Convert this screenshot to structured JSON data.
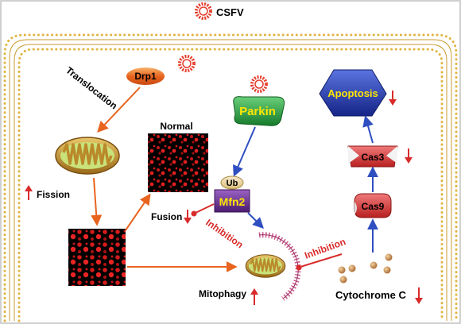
{
  "title": "CSFV",
  "nodes": {
    "drp1": "Drp1",
    "parkin": "Parkin",
    "ub": "Ub",
    "mfn2": "Mfn2",
    "apoptosis": "Apoptosis",
    "cas3": "Cas3",
    "cas9": "Cas9"
  },
  "labels": {
    "translocation": "Translocation",
    "normal": "Normal",
    "fission": "Fission",
    "fusion": "Fusion",
    "inhibition_left": "Inhibition",
    "inhibition_right": "Inhibition",
    "mitophagy": "Mitophagy",
    "cytochrome_c": "Cytochrome C"
  },
  "regulation": {
    "fission": "up",
    "fusion": "down",
    "mitophagy": "up",
    "cytochrome_c": "down",
    "cas3": "down",
    "apoptosis": "down"
  },
  "colors": {
    "background": "#ffffff",
    "frame": "#bfbfbf",
    "membrane_bead": "#e8b84a",
    "membrane_line": "#c99a2e",
    "virus": "#e53c2c",
    "drp1": "#e8641f",
    "parkin": "#22a33b",
    "parkin_text": "#ffe600",
    "ub": "#e9cf8e",
    "mfn2": "#6a2d90",
    "mfn2_text": "#ffe600",
    "apoptosis": "#263cb0",
    "apoptosis_text": "#ffe600",
    "caspase": "#d63a3a",
    "arrow_orange": "#e8641f",
    "arrow_blue": "#2f4fc1",
    "inhibition": "#d92b2b",
    "up_down_arrow": "#d92b2b",
    "cyto_sphere": "#c8843c"
  }
}
